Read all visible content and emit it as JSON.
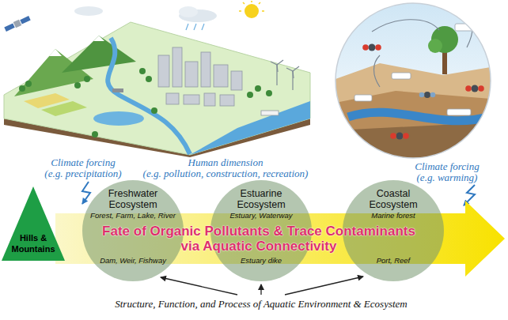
{
  "diagram": {
    "nodes": [
      {
        "text": [
          "Hills & Mountains"
        ]
      },
      {
        "text": [
          "Freshwater Ecosystem",
          "Forest, Farm, Lake, River",
          "Dam, Weir, Fishway"
        ]
      },
      {
        "text": [
          "Estuarine Ecosystem",
          "Estuary, Waterway",
          "Estuary dike"
        ]
      },
      {
        "text": [
          "Coastal Ecosystem",
          "Marine forest",
          "Port, Reef"
        ]
      },
      {
        "text": [
          "Fate of Organic Pollutants & Trace Contaminants via Aquatic Connectivity"
        ]
      }
    ],
    "labels": [
      "Climate forcing",
      "(e.g. precipitation)",
      "Human dimension",
      "(e.g. pollution, construction, recreation)",
      "Climate forcing",
      "(e.g. warming)",
      "Structure, Function, and Process of Aquatic Environment & Ecosystem"
    ]
  }
}
